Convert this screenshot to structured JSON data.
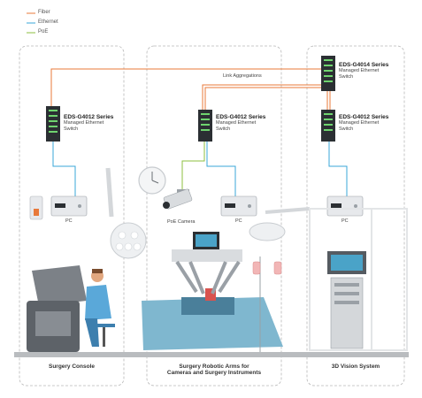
{
  "legend": {
    "fiber": {
      "label": "Fiber",
      "color": "#e8793a"
    },
    "ethernet": {
      "label": "Ethernet",
      "color": "#3aa7d8"
    },
    "poe": {
      "label": "PoE",
      "color": "#8cbf3f"
    }
  },
  "switches": {
    "console": {
      "title": "EDS-G4012 Series",
      "line1": "Managed Ethernet",
      "line2": "Switch"
    },
    "robotic": {
      "title": "EDS-G4012 Series",
      "line1": "Managed Ethernet",
      "line2": "Switch"
    },
    "core": {
      "title": "EDS-G4014 Series",
      "line1": "Managed Ethernet",
      "line2": "Switch"
    },
    "vision": {
      "title": "EDS-G4012 Series",
      "line1": "Managed Ethernet",
      "line2": "Switch"
    }
  },
  "link_aggregation_label": "Link Aggregations",
  "devices": {
    "pc_console": "PC",
    "poe_camera": "PoE Camera",
    "pc_robotic": "PC",
    "pc_vision": "PC"
  },
  "zones": {
    "console": {
      "line1": "Surgery Console"
    },
    "robotic": {
      "line1": "Surgery Robotic Arms for",
      "line2": "Cameras and Surgery Instruments"
    },
    "vision": {
      "line1": "3D Vision System"
    }
  }
}
